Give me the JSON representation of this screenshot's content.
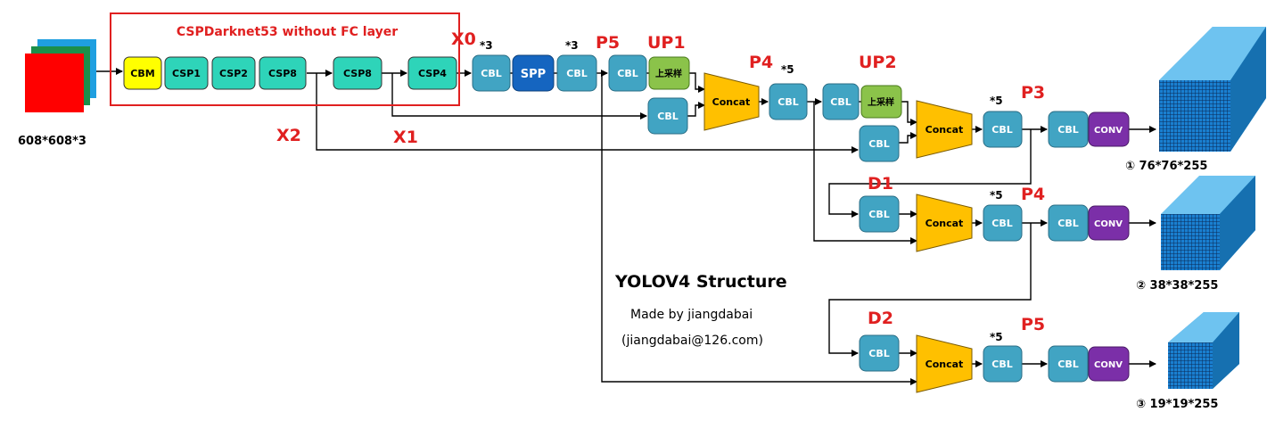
{
  "colors": {
    "cbl": "#41a4c3",
    "csp": "#2ed4b9",
    "cbm": "#ffff00",
    "spp": "#1565c0",
    "upsample": "#8bc34a",
    "conv": "#7b2fa8",
    "concat": "#ffc000",
    "input_red": "#ff0000",
    "backbone_border": "#e02020",
    "cube": "#1f8fd6",
    "label_red": "#e02020"
  },
  "input": {
    "size_label": "608*608*3"
  },
  "backbone": {
    "title": "CSPDarknet53 without FC layer",
    "blocks": [
      "CBM",
      "CSP1",
      "CSP2",
      "CSP8",
      "CSP8",
      "CSP4"
    ]
  },
  "neck": {
    "cbl": "CBL",
    "spp": "SPP",
    "upsample": "上采样",
    "concat": "Concat",
    "conv": "CONV",
    "mult3": "*3",
    "mult5": "*5"
  },
  "labels": {
    "x0": "X0",
    "x1": "X1",
    "x2": "X2",
    "p5_top": "P5",
    "up1": "UP1",
    "p4_top": "P4",
    "up2": "UP2",
    "p3": "P3",
    "d1": "D1",
    "p4_mid": "P4",
    "d2": "D2",
    "p5_bottom": "P5"
  },
  "outputs": [
    "① 76*76*255",
    "② 38*38*255",
    "③ 19*19*255"
  ],
  "credits": {
    "title": "YOLOV4 Structure",
    "author": "Made by jiangdabai",
    "email": "(jiangdabai@126.com)"
  }
}
